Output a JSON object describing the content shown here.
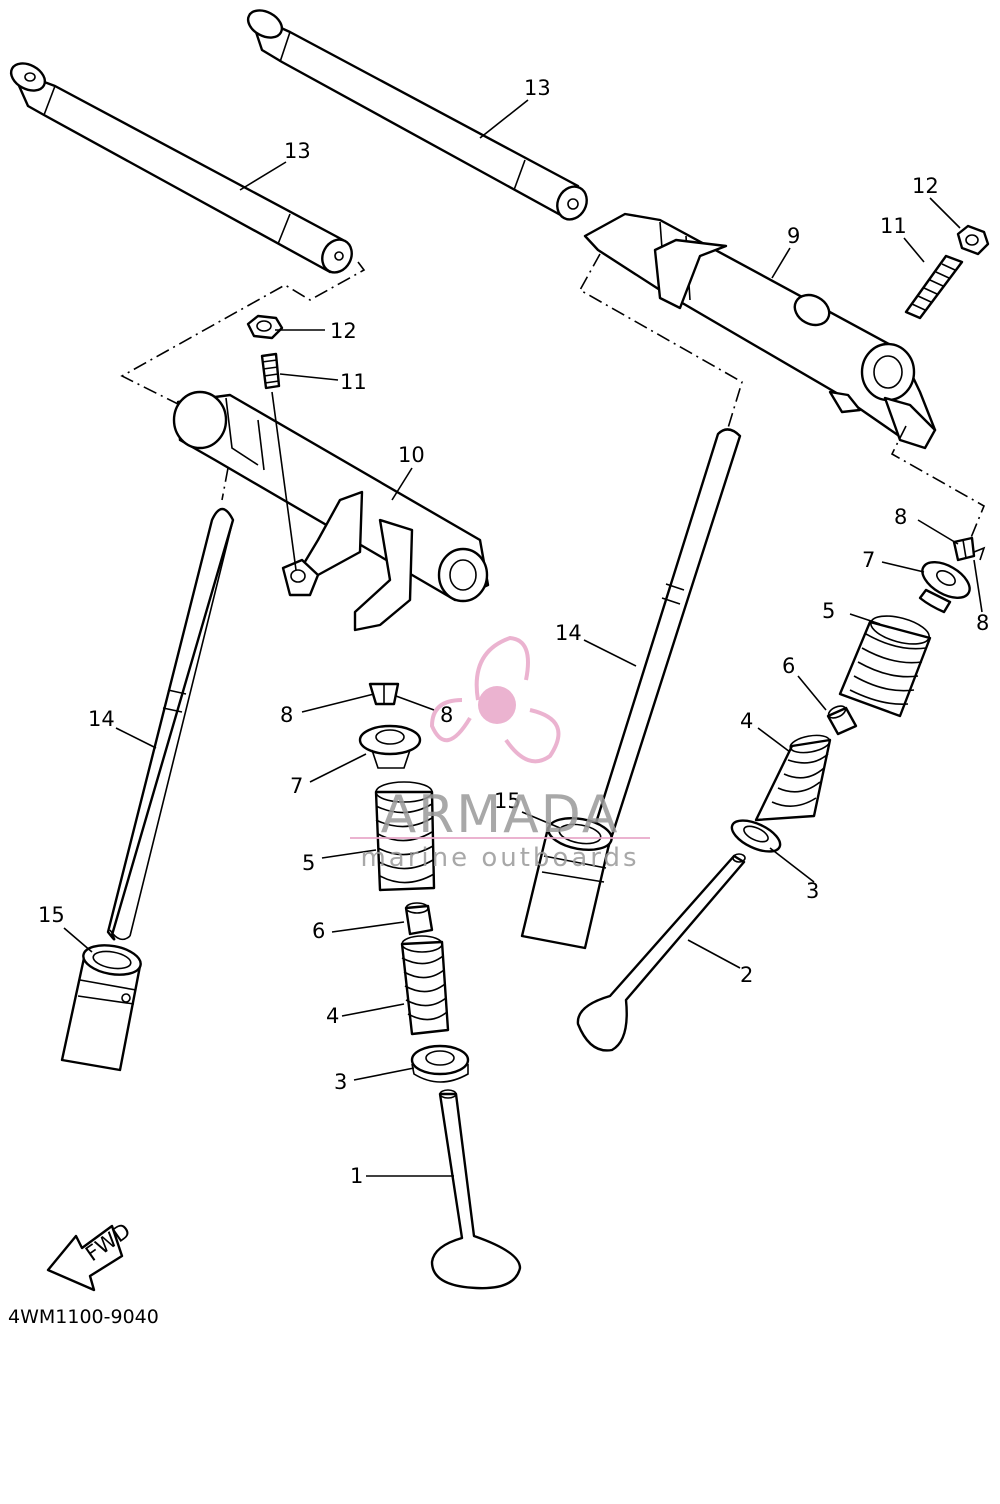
{
  "diagram": {
    "part_code": "4WM1100-9040",
    "fwd_label": "FWD",
    "callouts": [
      {
        "id": "c13a",
        "label": "13"
      },
      {
        "id": "c13b",
        "label": "13"
      },
      {
        "id": "c12a",
        "label": "12"
      },
      {
        "id": "c11a",
        "label": "11"
      },
      {
        "id": "c10",
        "label": "10"
      },
      {
        "id": "c12b",
        "label": "12"
      },
      {
        "id": "c11b",
        "label": "11"
      },
      {
        "id": "c9",
        "label": "9"
      },
      {
        "id": "c8a",
        "label": "8"
      },
      {
        "id": "c7a",
        "label": "7"
      },
      {
        "id": "c8b",
        "label": "8"
      },
      {
        "id": "c5a",
        "label": "5"
      },
      {
        "id": "c6a",
        "label": "6"
      },
      {
        "id": "c4a",
        "label": "4"
      },
      {
        "id": "c14a",
        "label": "14"
      },
      {
        "id": "c14b",
        "label": "14"
      },
      {
        "id": "c15a",
        "label": "15"
      },
      {
        "id": "c15b",
        "label": "15"
      },
      {
        "id": "c8c",
        "label": "8"
      },
      {
        "id": "c8d",
        "label": "8"
      },
      {
        "id": "c7b",
        "label": "7"
      },
      {
        "id": "c5b",
        "label": "5"
      },
      {
        "id": "c6b",
        "label": "6"
      },
      {
        "id": "c4b",
        "label": "4"
      },
      {
        "id": "c3a",
        "label": "3"
      },
      {
        "id": "c3b",
        "label": "3"
      },
      {
        "id": "c2",
        "label": "2"
      },
      {
        "id": "c1",
        "label": "1"
      }
    ]
  },
  "watermark": {
    "brand": "ARMADA",
    "tagline": "marine outboards",
    "color": "#e8a6c8"
  }
}
